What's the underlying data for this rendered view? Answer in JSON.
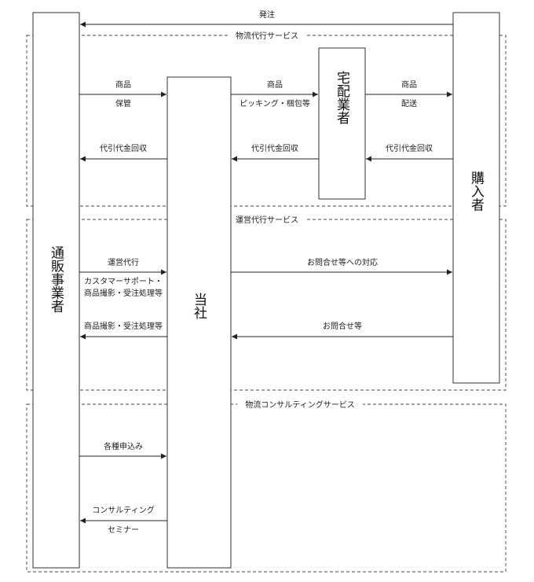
{
  "sections": {
    "logistics": "物流代行サービス",
    "operations": "運営代行サービス",
    "consulting": "物流コンサルティングサービス"
  },
  "entities": {
    "ec_operator": "通販事業者",
    "company": "当社",
    "courier": "宅配業者",
    "buyer": "購入者"
  },
  "flows": {
    "order": "発注",
    "store_l1": "商品",
    "store_l2": "保管",
    "pick_l1": "商品",
    "pick_l2": "ピッキング・梱包等",
    "deliver_l1": "商品",
    "deliver_l2": "配送",
    "cod_1": "代引代金回収",
    "cod_2": "代引代金回収",
    "cod_3": "代引代金回収",
    "ops_l1": "運営代行",
    "ops_l2": "カスタマーサポート・",
    "ops_l3": "商品撮影・受注処理等",
    "support": "お問合せ等への対応",
    "ops_back": "商品撮影・受注処理等",
    "inquiry": "お問合せ等",
    "apply": "各種申込み",
    "consult_l1": "コンサルティング",
    "consult_l2": "セミナー"
  }
}
